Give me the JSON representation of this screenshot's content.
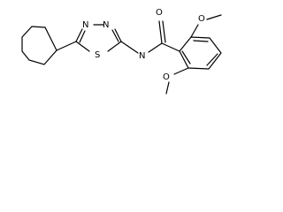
{
  "molecule": {
    "atoms": {
      "thiadiazole_n3": "N",
      "thiadiazole_n4": "N",
      "thiadiazole_s": "S",
      "amide_n": "N",
      "carbonyl_o": "O",
      "methoxy_o_top": "O",
      "methoxy_o_bottom": "O"
    }
  }
}
